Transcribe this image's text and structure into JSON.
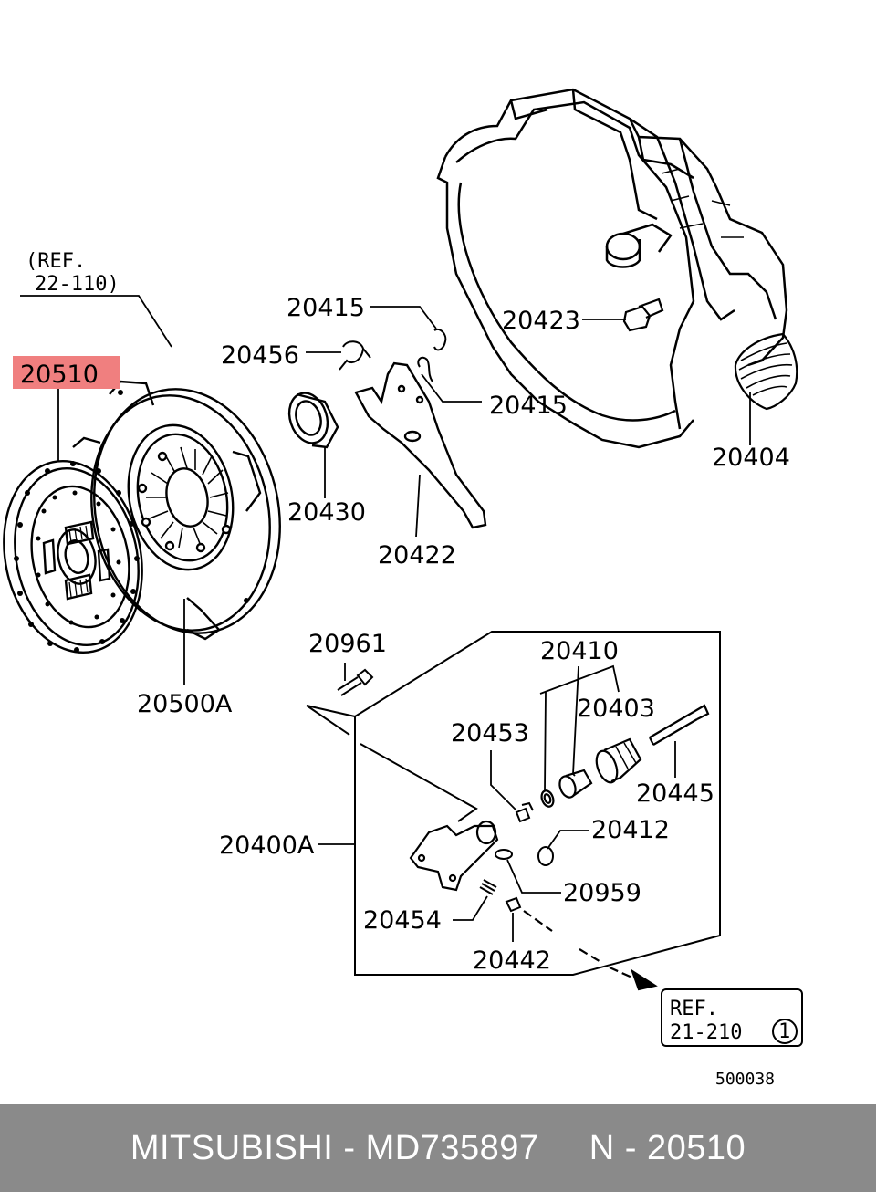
{
  "highlight_color": "#f07f7f",
  "footer_bg": "#8a8a8a",
  "ref_top": {
    "line1": "(REF.",
    "line2": "22-110)"
  },
  "ref_bottom": {
    "line1": "REF.",
    "line2": "21-210",
    "circled": "1"
  },
  "parts": {
    "p20510": "20510",
    "p20500A": "20500A",
    "p20456": "20456",
    "p20415a": "20415",
    "p20415b": "20415",
    "p20423": "20423",
    "p20430": "20430",
    "p20422": "20422",
    "p20404": "20404",
    "p20961": "20961",
    "p20410": "20410",
    "p20403": "20403",
    "p20453": "20453",
    "p20445": "20445",
    "p20412": "20412",
    "p20400A": "20400A",
    "p20959": "20959",
    "p20454": "20454",
    "p20442": "20442"
  },
  "diagram_code": "500038",
  "footer": {
    "text": "MITSUBISHI - MD735897     N - 20510"
  }
}
